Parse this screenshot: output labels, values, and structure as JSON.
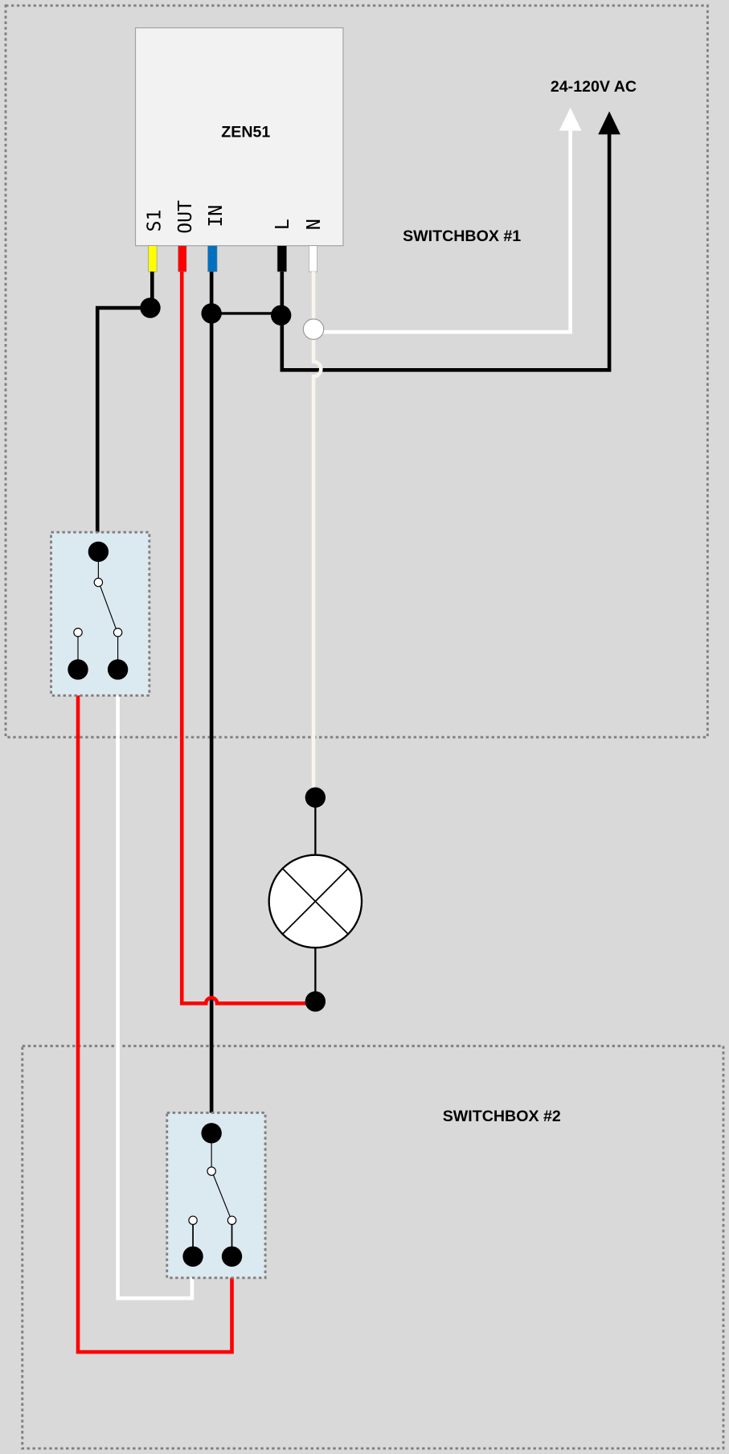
{
  "device": {
    "title": "ZEN51",
    "terminals": [
      "S1",
      "OUT",
      "IN",
      "L",
      "N"
    ]
  },
  "power": {
    "label": "24-120V AC"
  },
  "switchbox1": {
    "label": "SWITCHBOX #1"
  },
  "switchbox2": {
    "label": "SWITCHBOX #2"
  },
  "colors": {
    "s1": "#ffff00",
    "out": "#ff0000",
    "in": "#0070c0",
    "l": "#000000",
    "n": "#ffffff",
    "switch_fill": "#dbeaf0",
    "background": "#d9d9d9"
  }
}
